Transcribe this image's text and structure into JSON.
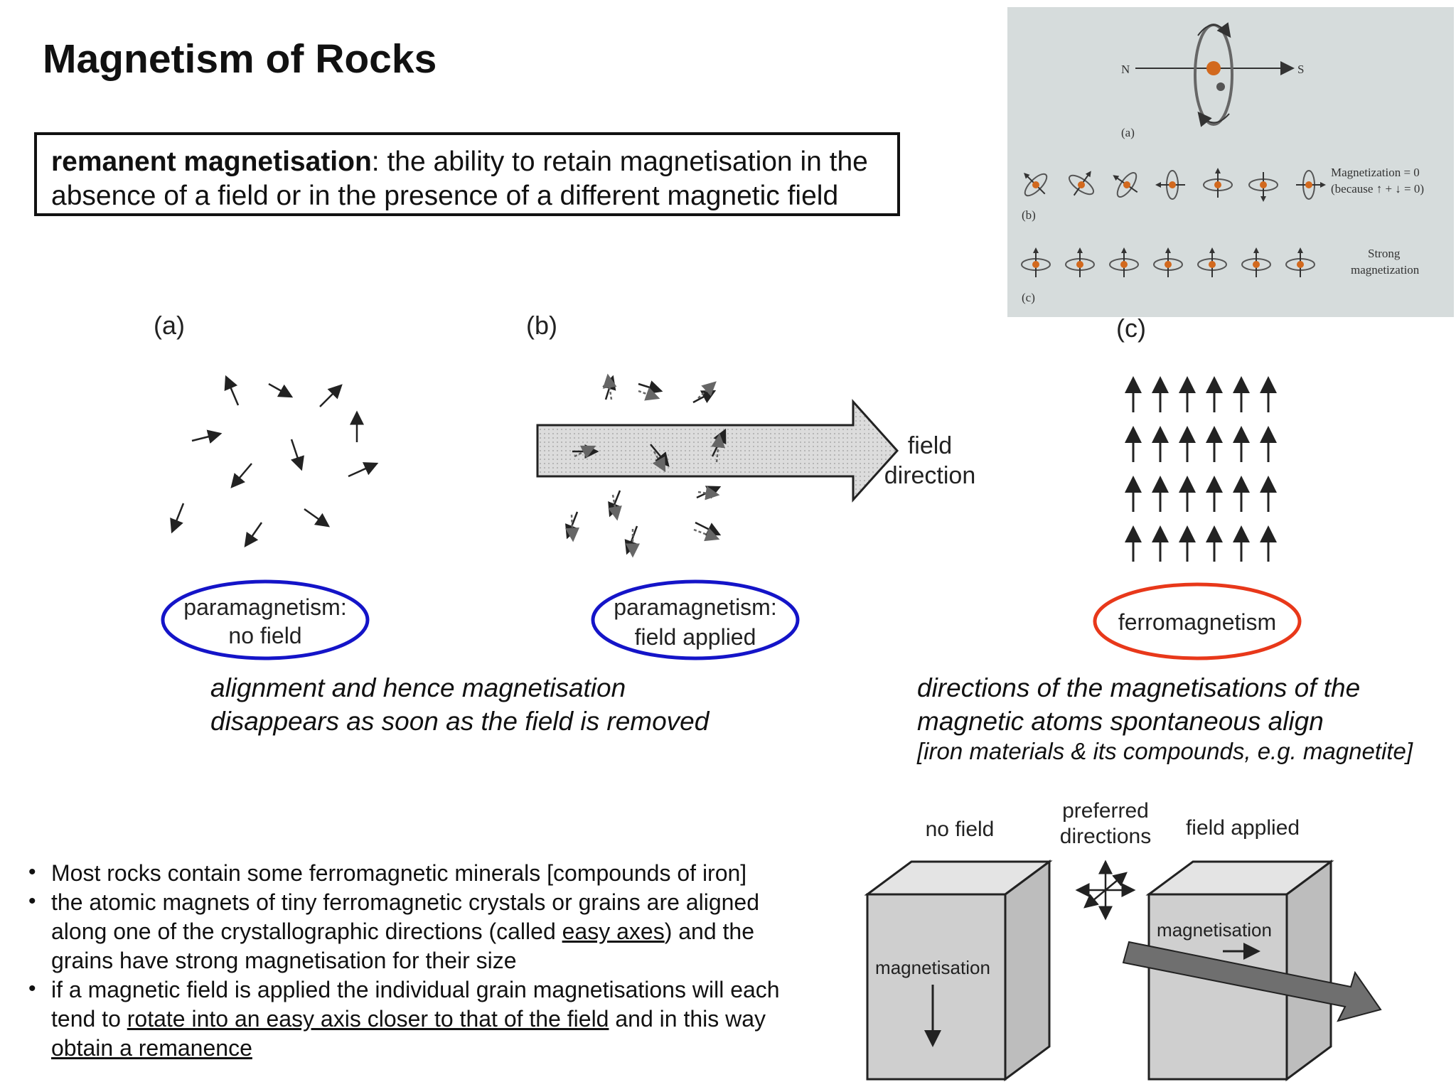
{
  "title": "Magnetism of Rocks",
  "definition": {
    "term": "remanent magnetisation",
    "line1_rest": ": the ability to retain magnetisation in the",
    "line2": "absence of a field or in the presence of a different magnetic field"
  },
  "photo": {
    "north": "N",
    "south": "S",
    "label_a": "(a)",
    "label_b": "(b)",
    "label_c": "(c)",
    "b_note_1": "Magnetization = 0",
    "b_note_2": "(because ↑ + ↓ = 0)",
    "c_note_1": "Strong",
    "c_note_2": "magnetization"
  },
  "panels": {
    "a_label": "(a)",
    "b_label": "(b)",
    "c_label": "(c)",
    "field_1": "field",
    "field_2": "direction",
    "a_ellipse_1": "paramagnetism:",
    "a_ellipse_2": "no field",
    "b_ellipse_1": "paramagnetism:",
    "b_ellipse_2": "field applied",
    "c_ellipse": "ferromagnetism",
    "colors": {
      "blue_ellipse": "#1414c8",
      "red_ellipse": "#e8381a"
    }
  },
  "captions": {
    "left_1": "alignment and hence magnetisation",
    "left_2": "disappears as soon as the field is removed",
    "right_1": "directions of the magnetisations of the",
    "right_2": "magnetic atoms spontaneous align",
    "right_note": "[iron materials & its compounds, e.g. magnetite]"
  },
  "bullets": {
    "b1": "Most rocks contain some ferromagnetic minerals [compounds of iron]",
    "b2_a": "the atomic magnets of tiny ferromagnetic crystals or grains are aligned",
    "b2_b": "along one of the crystallographic directions (called ",
    "b2_u": "easy axes",
    "b2_c": ") and the",
    "b2_d": "grains have strong magnetisation for their size",
    "b3_a": "if a magnetic field is applied the individual grain magnetisations will each",
    "b3_b": "tend to ",
    "b3_u": "rotate into an easy axis closer to that of the field",
    "b3_c": " and in this way",
    "b3_u2": "obtain a remanence"
  },
  "crystals": {
    "no_field": "no field",
    "preferred_1": "preferred",
    "preferred_2": "directions",
    "field_applied": "field applied",
    "magnetisation_left": "magnetisation",
    "magnetisation_right": "magnetisation"
  }
}
